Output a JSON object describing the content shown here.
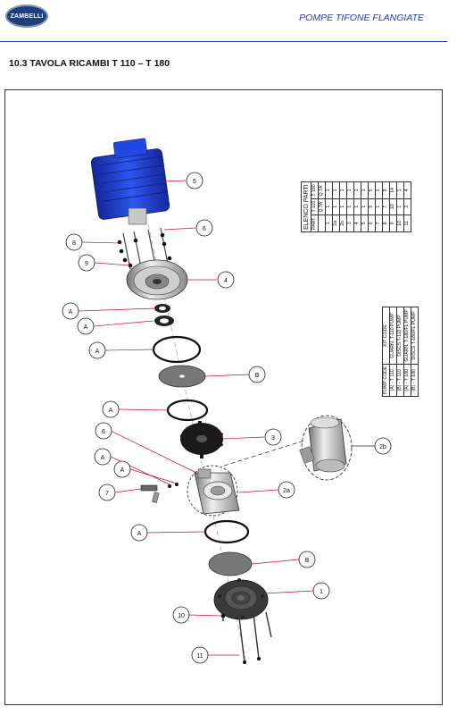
{
  "header": {
    "logo_text": "ZAMBELLI",
    "title": "POMPE TIFONE FLANGIATE"
  },
  "section": {
    "title": "10.3  TAVOLA RICAMBI T 110 – T 180"
  },
  "parts_list": {
    "title": "ELENCO PARTI",
    "columns": [
      "PART.",
      "T 110",
      "T 180"
    ],
    "subcolumns": [
      "",
      "Q.TA'",
      "Q.TA'"
    ],
    "rows": [
      [
        "1",
        "1",
        "1"
      ],
      [
        "2a",
        "1",
        "1"
      ],
      [
        "2b",
        "1",
        "1"
      ],
      [
        "3",
        "1",
        "1"
      ],
      [
        "4",
        "1",
        "1"
      ],
      [
        "5",
        "1",
        "1"
      ],
      [
        "6",
        "5",
        "5"
      ],
      [
        "7",
        "1",
        "1"
      ],
      [
        "8",
        "7",
        "9"
      ],
      [
        "9",
        "10",
        "14"
      ],
      [
        "10",
        "1",
        "1"
      ],
      [
        "11",
        "2",
        "4"
      ]
    ]
  },
  "kit_codes": {
    "columns": [
      "PUMP CODE",
      "KIT CODE"
    ],
    "rows": [
      [
        "(A) - T 110",
        "GUARN. T-110 PUMP"
      ],
      [
        "(B) - T 110",
        "DISCS T-110 PUMP"
      ],
      [
        "(A) - T 180",
        "GUARN. T-180/FL PUMP"
      ],
      [
        "(B) - T 180",
        "DISCS T-180/FL PUMP"
      ]
    ]
  },
  "callouts": [
    "5",
    "6",
    "8",
    "9",
    "4",
    "A",
    "A",
    "A",
    "B",
    "A",
    "6",
    "3",
    "A",
    "A",
    "7",
    "2b",
    "2a",
    "A",
    "B",
    "1",
    "10",
    "11"
  ],
  "colors": {
    "motor": "#1e3fd6",
    "header_blue": "#1f3fa0",
    "leader_red": "#c8102e"
  }
}
